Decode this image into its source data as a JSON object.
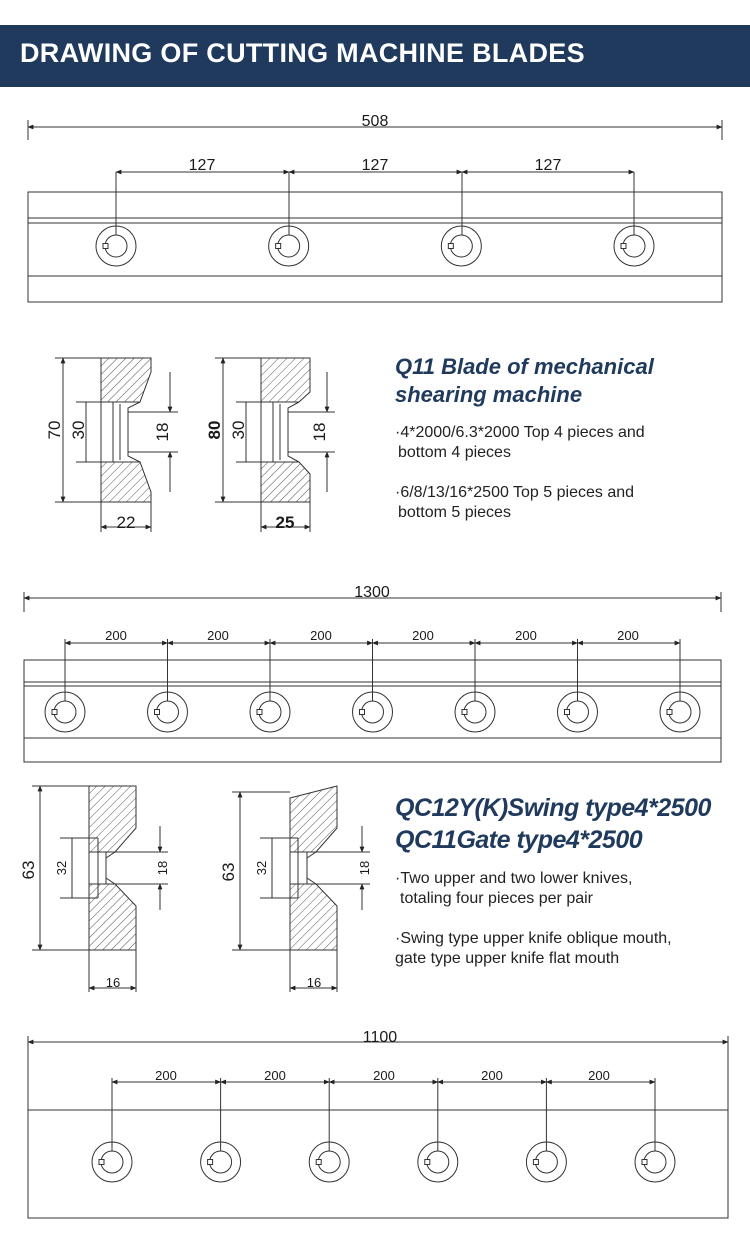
{
  "header": {
    "title": "DRAWING OF CUTTING MACHINE BLADES"
  },
  "colors": {
    "header_bg": "#1f3a5c",
    "title_text": "#1f3a5c",
    "line": "#333333",
    "hatch": "#555555"
  },
  "blade1": {
    "total_length": "508",
    "spacings": [
      "127",
      "127",
      "127"
    ],
    "hole_count": 4
  },
  "section1": {
    "left": {
      "height": "70",
      "inner": "30",
      "groove": "18",
      "width": "22"
    },
    "right": {
      "height": "80",
      "inner": "30",
      "groove": "18",
      "width": "25"
    },
    "title_line1": "Q11 Blade of mechanical",
    "title_line2": "shearing machine",
    "spec1_line1": "·4*2000/6.3*2000 Top 4 pieces and",
    "spec1_line2": "bottom 4 pieces",
    "spec2_line1": "·6/8/13/16*2500 Top 5 pieces and",
    "spec2_line2": "bottom 5 pieces"
  },
  "blade2": {
    "total_length": "1300",
    "spacings": [
      "200",
      "200",
      "200",
      "200",
      "200",
      "200"
    ],
    "hole_count": 7
  },
  "section2": {
    "left": {
      "height": "63",
      "inner": "32",
      "groove": "18",
      "width": "16"
    },
    "right": {
      "height": "63",
      "inner": "32",
      "groove": "18",
      "width": "16"
    },
    "title_line1": "QC12Y(K)Swing type4*2500",
    "title_line2": "QC11Gate type4*2500",
    "spec1_line1": "·Two upper and two lower knives,",
    "spec1_line2": "totaling four pieces per pair",
    "spec2_line1": "·Swing type upper knife oblique mouth,",
    "spec2_line2": "gate type upper knife flat mouth"
  },
  "blade3": {
    "total_length": "1100",
    "spacings": [
      "200",
      "200",
      "200",
      "200",
      "200"
    ],
    "hole_count": 6
  }
}
